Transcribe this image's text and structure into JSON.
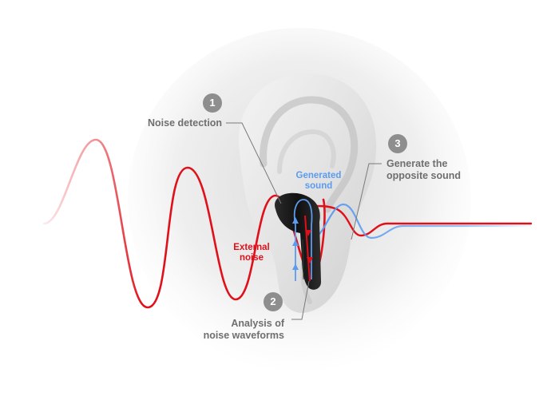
{
  "steps": [
    {
      "number": "1",
      "label": "Noise detection"
    },
    {
      "number": "2",
      "label_line1": "Analysis of",
      "label_line2": "noise waveforms"
    },
    {
      "number": "3",
      "label_line1": "Generate the",
      "label_line2": "opposite sound"
    }
  ],
  "waves": {
    "external": {
      "line1": "External",
      "line2": "noise",
      "color": "#e0101a"
    },
    "generated": {
      "line1": "Generated",
      "line2": "sound",
      "color": "#5b9bf0"
    }
  },
  "colors": {
    "badge": "#8e8e8e",
    "label": "#6f6f6f",
    "earbud": "#1b1b1b"
  }
}
